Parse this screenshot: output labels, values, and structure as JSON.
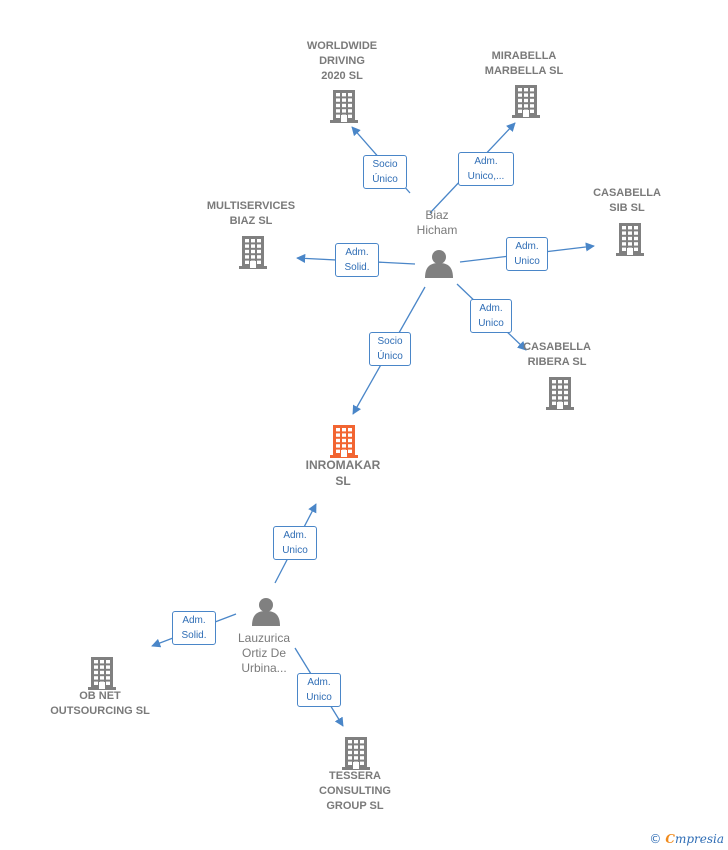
{
  "colors": {
    "company": "#808080",
    "company_highlight": "#f26532",
    "person": "#808080",
    "edge": "#4a86c8",
    "label_text": "#7a7a7a",
    "edge_text": "#2f6db5"
  },
  "icons": {
    "company": "building-icon",
    "person": "person-icon"
  },
  "companies": [
    {
      "id": "worldwide",
      "name": "WORLDWIDE\nDRIVING\n2020  SL"
    },
    {
      "id": "mirabella",
      "name": "MIRABELLA\nMARBELLA  SL"
    },
    {
      "id": "casabella_sib",
      "name": "CASABELLA\nSIB  SL"
    },
    {
      "id": "multiservices",
      "name": "MULTISERVICES\nBIAZ SL"
    },
    {
      "id": "casabella_ribera",
      "name": "CASABELLA\nRIBERA SL"
    },
    {
      "id": "inromakar",
      "name": "INROMAKAR\nSL"
    },
    {
      "id": "obnet",
      "name": "OB NET\nOUTSOURCING SL"
    },
    {
      "id": "tessera",
      "name": "TESSERA\nCONSULTING\nGROUP SL"
    }
  ],
  "persons": [
    {
      "id": "biaz",
      "name": "Biaz\nHicham"
    },
    {
      "id": "lauzurica",
      "name": "Lauzurica\nOrtiz De\nUrbina..."
    }
  ],
  "relations": [
    {
      "id": "r1",
      "label": "Socio\nÚnico"
    },
    {
      "id": "r2",
      "label": "Adm.\nUnico,..."
    },
    {
      "id": "r3",
      "label": "Adm.\nUnico"
    },
    {
      "id": "r4",
      "label": "Adm.\nSolid."
    },
    {
      "id": "r5",
      "label": "Adm.\nUnico"
    },
    {
      "id": "r6",
      "label": "Socio\nÚnico"
    },
    {
      "id": "r7",
      "label": "Adm.\nUnico"
    },
    {
      "id": "r8",
      "label": "Adm.\nSolid."
    },
    {
      "id": "r9",
      "label": "Adm.\nUnico"
    }
  ],
  "brand": {
    "copyright": "©",
    "e": "C",
    "name": "mpresia"
  }
}
